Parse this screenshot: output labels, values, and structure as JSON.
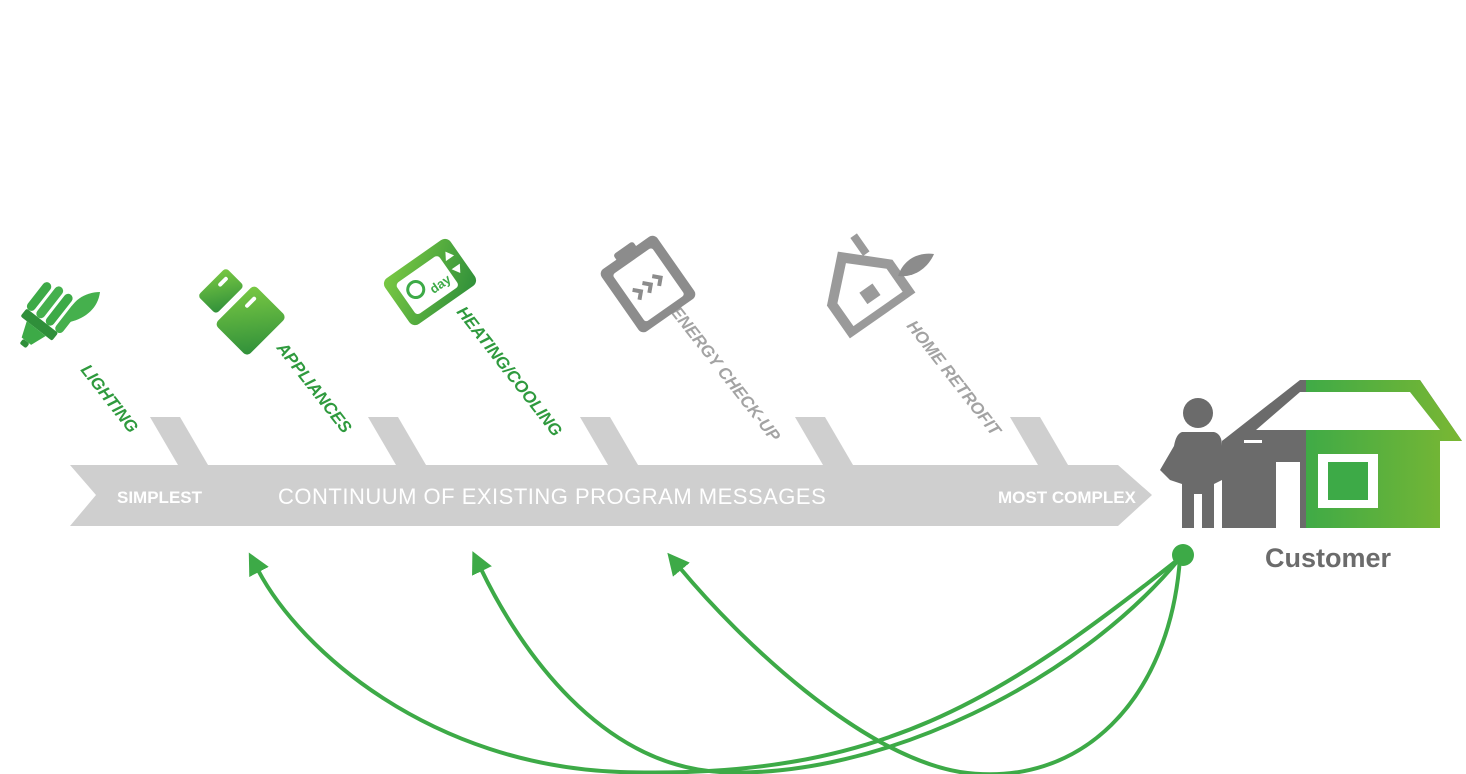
{
  "colors": {
    "green": "#3daa47",
    "green_dark": "#2f8f3a",
    "green_light": "#7ab733",
    "gray": "#cfcfcf",
    "gray_icon": "#8c8c8c",
    "gray_dark": "#6b6b6b",
    "white": "#ffffff"
  },
  "continuum": {
    "title": "CONTINUUM OF EXISTING PROGRAM MESSAGES",
    "start_label": "SIMPLEST",
    "end_label": "MOST COMPLEX"
  },
  "categories": [
    {
      "label": "LIGHTING",
      "icon": "cfl-bulb-leaf-icon",
      "highlighted": true
    },
    {
      "label": "APPLIANCES",
      "icon": "appliance-icon",
      "highlighted": true
    },
    {
      "label": "HEATING/COOLING",
      "icon": "thermostat-icon",
      "highlighted": true
    },
    {
      "label": "ENERGY CHECK-UP",
      "icon": "clipboard-icon",
      "highlighted": false
    },
    {
      "label": "HOME RETROFIT",
      "icon": "house-leaf-icon",
      "highlighted": false
    }
  ],
  "thermostat_text": "day",
  "customer": {
    "label": "Customer",
    "icons": [
      "person-icon",
      "house-icon"
    ]
  }
}
